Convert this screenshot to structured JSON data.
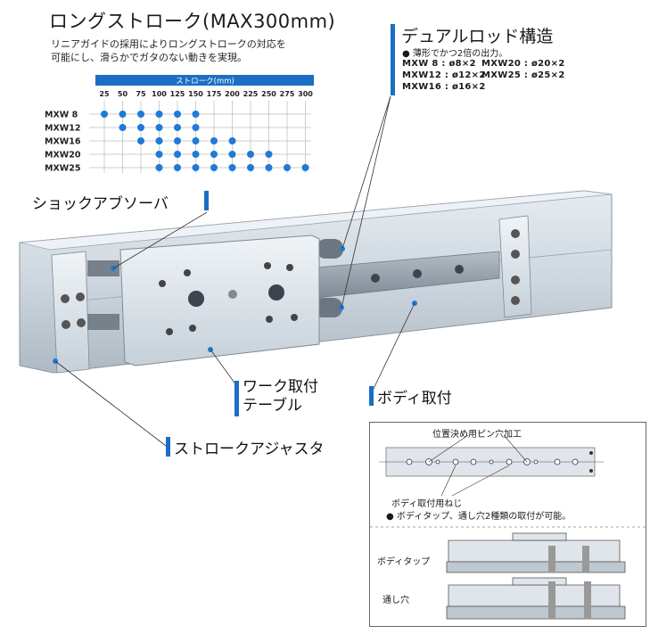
{
  "header": {
    "title": "ロングストローク(MAX300mm)",
    "desc_lines": [
      "リニアガイドの採用によりロングストロークの対応を",
      "可能にし、滑らかでガタのない動きを実現。"
    ]
  },
  "stroke_table": {
    "caption": "ストローク(mm)",
    "strokes": [
      "25",
      "50",
      "75",
      "100",
      "125",
      "150",
      "175",
      "200",
      "225",
      "250",
      "275",
      "300"
    ],
    "models": [
      {
        "name": "MXW 8",
        "available": [
          0,
          1,
          2,
          3,
          4,
          5
        ]
      },
      {
        "name": "MXW12",
        "available": [
          1,
          2,
          3,
          4,
          5
        ]
      },
      {
        "name": "MXW16",
        "available": [
          2,
          3,
          4,
          5,
          6,
          7
        ]
      },
      {
        "name": "MXW20",
        "available": [
          3,
          4,
          5,
          6,
          7,
          8,
          9
        ]
      },
      {
        "name": "MXW25",
        "available": [
          3,
          4,
          5,
          6,
          7,
          8,
          9,
          10,
          11
        ]
      }
    ]
  },
  "dual_rod": {
    "title": "デュアルロッド構造",
    "note": "● 薄形でかつ2倍の出力。",
    "specs": [
      "MXW 8 : ø8×2",
      "MXW20 : ø20×2",
      "MXW12 : ø12×2",
      "MXW25 : ø25×2",
      "MXW16 : ø16×2"
    ]
  },
  "callouts": {
    "shock_absorber": "ショックアブソーバ",
    "work_mount_line1": "ワーク取付",
    "work_mount_line2": "テーブル",
    "body_mount": "ボディ取付",
    "stroke_adjuster": "ストロークアジャスタ"
  },
  "inset": {
    "positioning_label": "位置決め用ピン穴加工",
    "screw_label": "ボディ取付用ねじ",
    "note": "● ボディタップ、通し穴2種類の取付が可能。",
    "body_tap_label": "ボディタップ",
    "through_hole_label": "通し穴"
  },
  "colors": {
    "accent": "#1a6fc4",
    "dot": "#1e7bd6",
    "body": "#cfd8e0",
    "rail": "#9aa4ad"
  }
}
